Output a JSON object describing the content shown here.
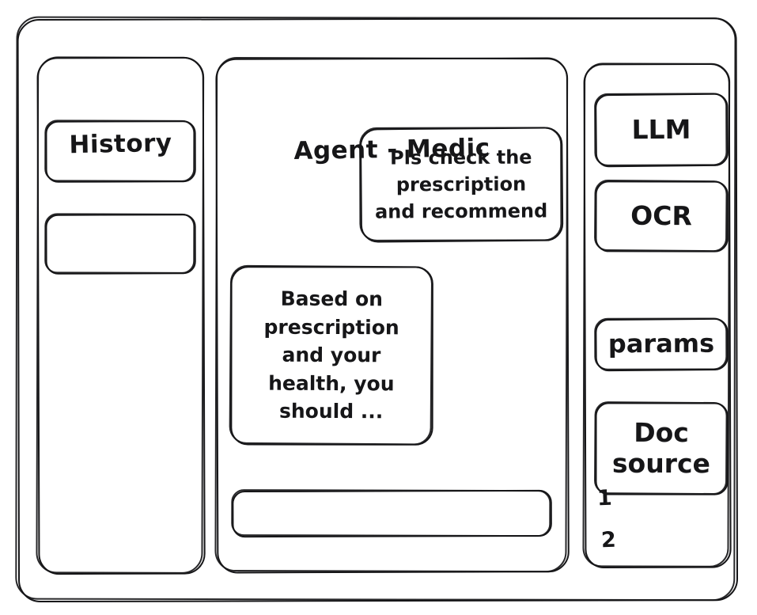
{
  "window": {
    "frame_name": "app-window"
  },
  "history": {
    "title": "History",
    "items": [
      {
        "label": ""
      },
      {
        "label": ""
      }
    ]
  },
  "main": {
    "title": "Agent - Medic",
    "messages": [
      {
        "role": "user",
        "text": "Pls check the\nprescription\nand recommend"
      },
      {
        "role": "agent",
        "text": "Based on\nprescription\nand your\nhealth, you\nshould ..."
      }
    ],
    "composer": {
      "value": "",
      "placeholder": ""
    }
  },
  "tools": {
    "buttons": [
      {
        "label": "LLM"
      },
      {
        "label": "OCR"
      },
      {
        "label": "params"
      },
      {
        "label": "Doc\nsource"
      }
    ],
    "doc_refs": [
      "1",
      "2"
    ]
  },
  "colors": {
    "ink": "#161618",
    "paper": "#ffffff"
  }
}
